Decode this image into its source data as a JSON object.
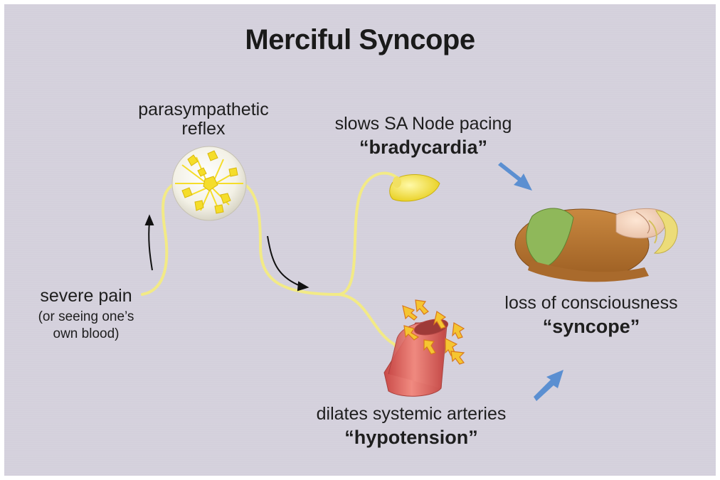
{
  "title": "Merciful Syncope",
  "reflex_label": [
    "parasympathetic",
    "reflex"
  ],
  "pain_label": "severe pain",
  "pain_sublabel": [
    "(or seeing one’s",
    "own blood)"
  ],
  "sa_node_label": "slows SA Node pacing",
  "sa_node_term": "“bradycardia”",
  "arteries_label": "dilates systemic arteries",
  "arteries_term": "“hypotension”",
  "outcome_label": "loss of consciousness",
  "outcome_term": "“syncope”",
  "colors": {
    "background": "#d4d0dc",
    "nerve": "#f2ea86",
    "neuron": "#f5dd2a",
    "artery": "#e06a66",
    "outcome_arrow": "#5b8fd1",
    "shirt": "#b77532",
    "sleeve_green": "#8fb85a",
    "hair": "#ecdc78"
  }
}
